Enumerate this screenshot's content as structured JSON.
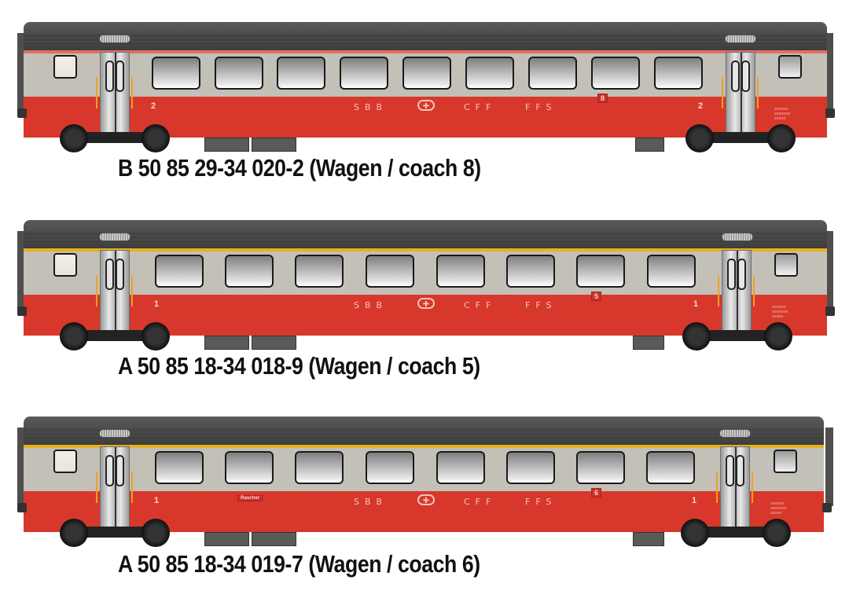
{
  "colors": {
    "roof": "#3d3d3b",
    "upper_body": "#c3c0b8",
    "lower_body": "#d8372c",
    "stripe_second_class": "#e07060",
    "stripe_first_class": "#e8b020"
  },
  "coaches": [
    {
      "class": "2",
      "caption": "B 50 85 29-34 020-2 (Wagen / coach 8)",
      "coach_number": "8",
      "class_label": "2",
      "logo_left": "SBB",
      "logo_mid": "CFF",
      "logo_right": "FFS",
      "window_count": 9
    },
    {
      "class": "1",
      "caption": "A 50 85 18-34 018-9 (Wagen / coach 5)",
      "coach_number": "5",
      "class_label": "1",
      "logo_left": "SBB",
      "logo_mid": "CFF",
      "logo_right": "FFS",
      "window_count": 8
    },
    {
      "class": "1",
      "caption": "A 50 85 18-34 019-7 (Wagen / coach 6)",
      "coach_number": "6",
      "class_label": "1",
      "logo_left": "SBB",
      "logo_mid": "CFF",
      "logo_right": "FFS",
      "window_count": 8,
      "extra_label": "Raucher"
    }
  ]
}
